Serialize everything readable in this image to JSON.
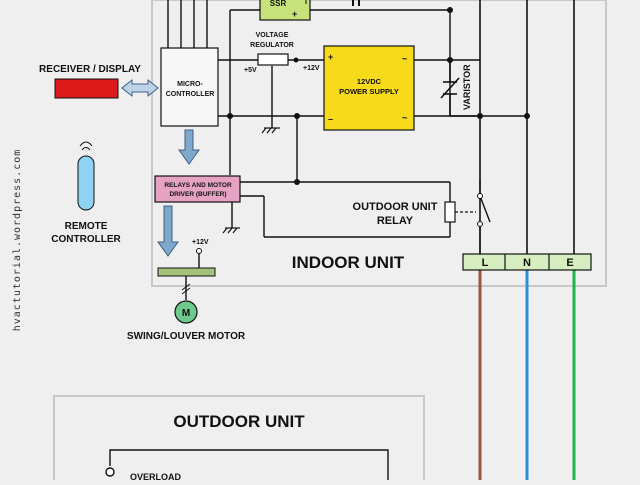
{
  "watermark": "hvactutorial.wordpress.com",
  "indoor": {
    "title": "INDOOR UNIT",
    "ssr": "SSR",
    "voltage_regulator": [
      "VOLTAGE",
      "REGULATOR"
    ],
    "plus5v": "+5V",
    "plus12v": "+12V",
    "plus12v_motor": "+12V",
    "microcontroller": [
      "MICRO-",
      "CONTROLLER"
    ],
    "power_supply": [
      "12VDC",
      "POWER SUPPLY"
    ],
    "varistor": "VARISTOR",
    "relay_driver": [
      "RELAYS AND MOTOR",
      "DRIVER (BUFFER)"
    ],
    "outdoor_relay": [
      "OUTDOOR UNIT",
      "RELAY"
    ],
    "receiver": "RECEIVER / DISPLAY",
    "remote": [
      "REMOTE",
      "CONTROLLER"
    ],
    "motor_symbol": "M",
    "swing_motor": "SWING/LOUVER MOTOR",
    "terminals": [
      "L",
      "N",
      "E"
    ]
  },
  "outdoor": {
    "title": "OUTDOOR UNIT",
    "overload": "OVERLOAD"
  },
  "colors": {
    "background": "#efefef",
    "panel_border": "#c8c8c8",
    "receiver_red": "#dd1a1a",
    "remote_blue": "#8fd3f2",
    "ssr_green": "#c7e27a",
    "power_supply_yellow": "#f7da1a",
    "relay_driver_pink": "#e5a2c3",
    "terminal_green": "#d6eec0",
    "motor_green": "#6fc98c",
    "wire_L_brown": "#9b5344",
    "wire_N_blue": "#2f8fd6",
    "wire_E_green": "#22b24c",
    "arrow_blue": "#7fa8cc"
  }
}
